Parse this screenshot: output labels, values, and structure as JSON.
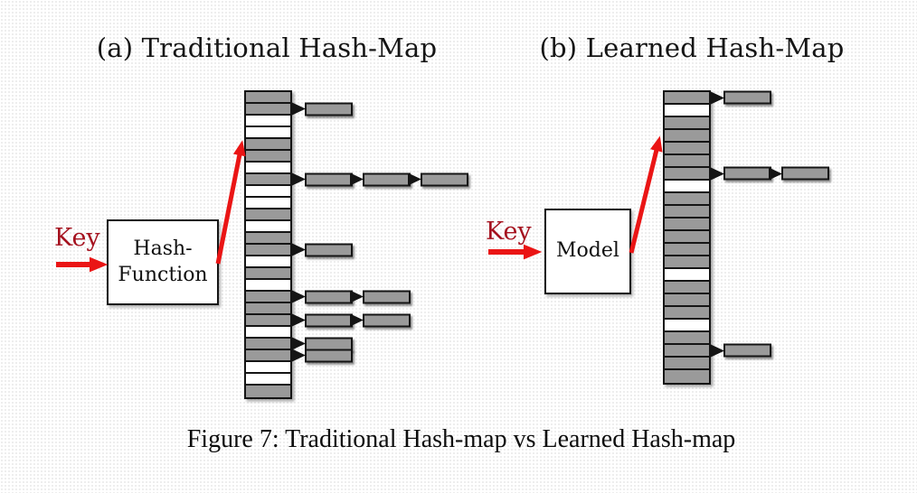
{
  "figure": {
    "caption": "Figure 7: Traditional Hash-map vs Learned Hash-map"
  },
  "colors": {
    "bucket_fill_gray": "#9a9a9a",
    "outline_black": "#151515",
    "arrow_red": "#ea1515",
    "key_label_red": "#a5121f"
  },
  "panels": [
    {
      "id": "a",
      "title": "(a) Traditional Hash-Map",
      "key_label": "Key",
      "box_lines": [
        "Hash-",
        "Function"
      ],
      "array": {
        "bucket_count": 26,
        "filled": [
          1,
          1,
          0,
          0,
          1,
          1,
          0,
          1,
          0,
          0,
          1,
          0,
          1,
          1,
          0,
          1,
          0,
          1,
          1,
          1,
          0,
          1,
          1,
          0,
          0,
          1
        ],
        "chains": [
          0,
          1,
          0,
          0,
          0,
          0,
          0,
          3,
          0,
          0,
          0,
          0,
          0,
          1,
          0,
          0,
          0,
          2,
          0,
          2,
          0,
          1,
          1,
          0,
          0,
          0
        ]
      }
    },
    {
      "id": "b",
      "title": "(b) Learned Hash-Map",
      "key_label": "Key",
      "box_lines": [
        "Model"
      ],
      "array": {
        "bucket_count": 23,
        "filled": [
          1,
          0,
          1,
          1,
          1,
          1,
          1,
          0,
          1,
          1,
          1,
          1,
          1,
          1,
          0,
          1,
          1,
          1,
          0,
          1,
          1,
          1,
          1
        ],
        "chains": [
          1,
          0,
          0,
          0,
          0,
          0,
          2,
          0,
          0,
          0,
          0,
          0,
          0,
          0,
          0,
          0,
          0,
          0,
          0,
          0,
          1,
          0,
          0
        ]
      }
    }
  ]
}
